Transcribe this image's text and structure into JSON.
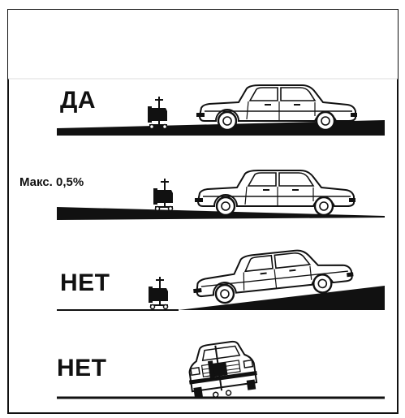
{
  "rows": [
    {
      "label": "ДА"
    },
    {
      "label": "Макс. 0,5%"
    },
    {
      "label": "НЕТ"
    },
    {
      "label": "НЕТ"
    }
  ]
}
